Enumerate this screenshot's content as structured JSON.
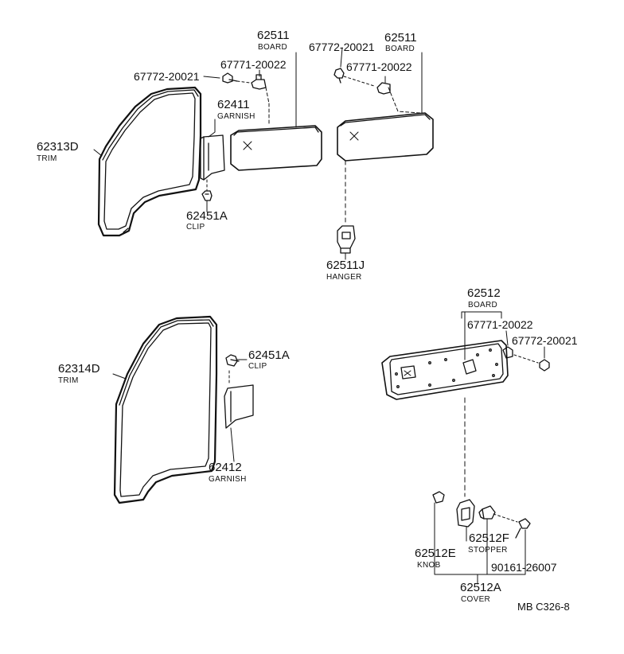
{
  "diagram_code": "MB C326-8",
  "parts": {
    "board_62511_left": {
      "number": "62511",
      "name": "BOARD"
    },
    "board_62511_right": {
      "number": "62511",
      "name": "BOARD"
    },
    "screw_67772_left": {
      "number": "67772-20021"
    },
    "screw_67772_mid": {
      "number": "67772-20021"
    },
    "clip_67771_left": {
      "number": "67771-20022"
    },
    "clip_67771_right": {
      "number": "67771-20022"
    },
    "garnish_62411": {
      "number": "62411",
      "name": "GARNISH"
    },
    "trim_62313D": {
      "number": "62313D",
      "name": "TRIM"
    },
    "clip_62451A_top": {
      "number": "62451A",
      "name": "CLIP"
    },
    "hanger_62511J": {
      "number": "62511J",
      "name": "HANGER"
    },
    "trim_62314D": {
      "number": "62314D",
      "name": "TRIM"
    },
    "clip_62451A_bottom": {
      "number": "62451A",
      "name": "CLIP"
    },
    "garnish_62412": {
      "number": "62412",
      "name": "GARNISH"
    },
    "board_62512": {
      "number": "62512",
      "name": "BOARD"
    },
    "clip_67771_board2": {
      "number": "67771-20022"
    },
    "screw_67772_board2": {
      "number": "67772-20021"
    },
    "stopper_62512F": {
      "number": "62512F",
      "name": "STOPPER"
    },
    "knob_62512E": {
      "number": "62512E",
      "name": "KNOB"
    },
    "screw_90161": {
      "number": "90161-26007"
    },
    "cover_62512A": {
      "number": "62512A",
      "name": "COVER"
    }
  }
}
